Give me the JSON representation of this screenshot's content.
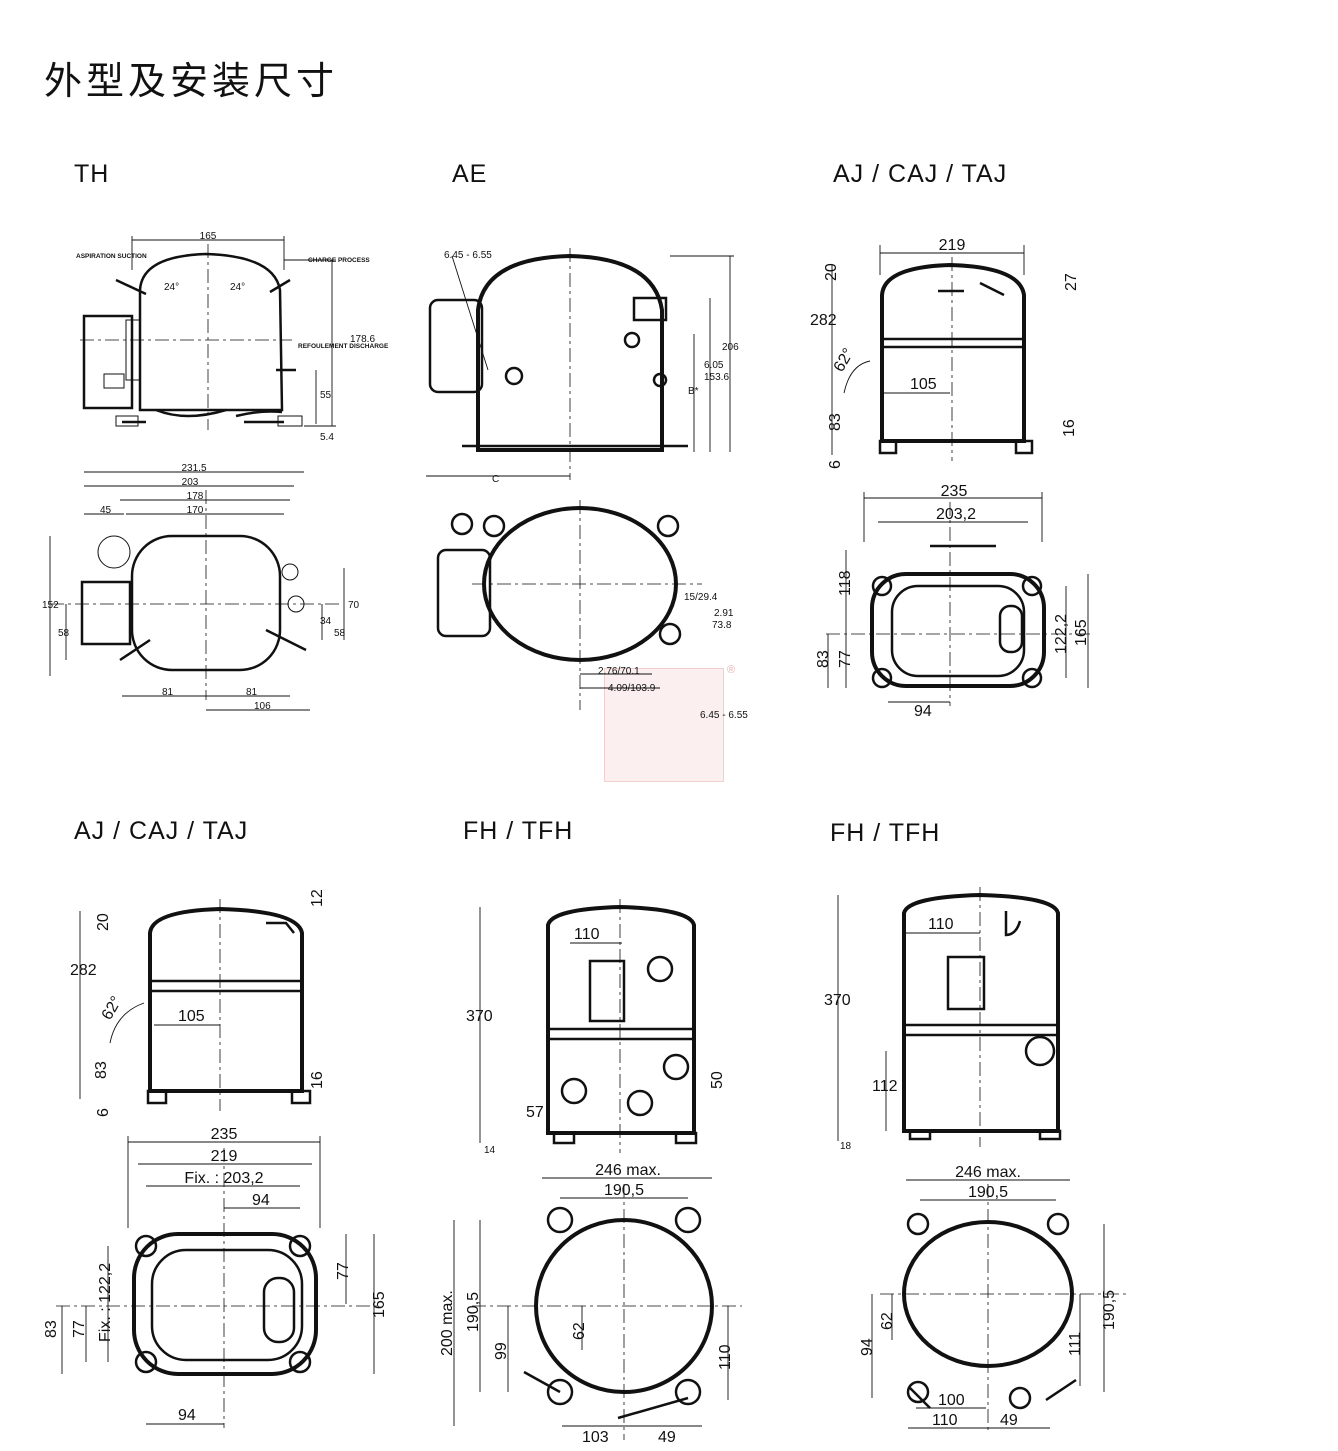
{
  "page": {
    "title": "外型及安装尺寸"
  },
  "panels": [
    {
      "model": "TH",
      "side_labels": {
        "width": "165",
        "height": "178.6",
        "angle_left": "24°",
        "angle_right": "24°",
        "suction": "ASPIRATION SUCTION",
        "charge": "CHARGE PROCESS",
        "discharge": "REFOULEMENT DISCHARGE",
        "d55": "55",
        "d54": "5.4"
      },
      "top_labels": {
        "w1": "231.5",
        "w2": "203",
        "w3": "178",
        "w4": "170",
        "d45": "45",
        "h152": "152",
        "h70": "70",
        "h58l": "58",
        "h34": "34",
        "h58r": "58",
        "b81a": "81",
        "b81b": "81",
        "b106": "106"
      }
    },
    {
      "model": "AE",
      "side_labels": {
        "dia": "6.45 - 6.55",
        "h206": "206",
        "v1": "6.05",
        "v2": "153.6",
        "bstar": "B*",
        "c": "C"
      },
      "top_labels": {
        "a": "15/29.4",
        "b": "2.91",
        "c": "73.8",
        "d": "2.76/70.1",
        "e": "4.09/103.9",
        "f": "6.45 - 6.55"
      }
    },
    {
      "model": "AJ / CAJ / TAJ",
      "side_labels": {
        "w219": "219",
        "h20": "20",
        "h27": "27",
        "h282": "282",
        "angle": "62°",
        "w105": "105",
        "h83": "83",
        "h16": "16",
        "h6": "6"
      },
      "top_labels": {
        "w235": "235",
        "w2032": "203,2",
        "h118": "118",
        "h83": "83",
        "h77": "77",
        "h1222": "122,2",
        "h165": "165",
        "b94": "94"
      }
    },
    {
      "model": "AJ / CAJ / TAJ",
      "side_labels": {
        "h20": "20",
        "h12": "12",
        "h282": "282",
        "angle": "62°",
        "w105": "105",
        "h83": "83",
        "h16": "16",
        "h6": "6"
      },
      "top_labels": {
        "w235": "235",
        "w219": "219",
        "fix": "Fix. : 203,2",
        "w94t": "94",
        "h77r": "77",
        "h165": "165",
        "h83": "83",
        "h77": "77",
        "fixv": "Fix. : 122,2",
        "b94": "94"
      }
    },
    {
      "model": "FH / TFH",
      "side_labels": {
        "w110": "110",
        "h370": "370",
        "h50": "50",
        "h57": "57",
        "h14": "14"
      },
      "top_labels": {
        "w246": "246 max.",
        "w1905": "190,5",
        "h200": "200 max.",
        "h1905": "190,5",
        "h99": "99",
        "h62": "62",
        "h110": "110",
        "b103": "103",
        "b49": "49"
      }
    },
    {
      "model": "FH / TFH",
      "side_labels": {
        "w110": "110",
        "h370": "370",
        "h112": "112",
        "h18": "18"
      },
      "top_labels": {
        "w246": "246 max.",
        "w1905": "190,5",
        "h62": "62",
        "h94": "94",
        "h111": "111",
        "h1905": "190,5",
        "b100": "100",
        "b110": "110",
        "b49": "49"
      }
    }
  ]
}
